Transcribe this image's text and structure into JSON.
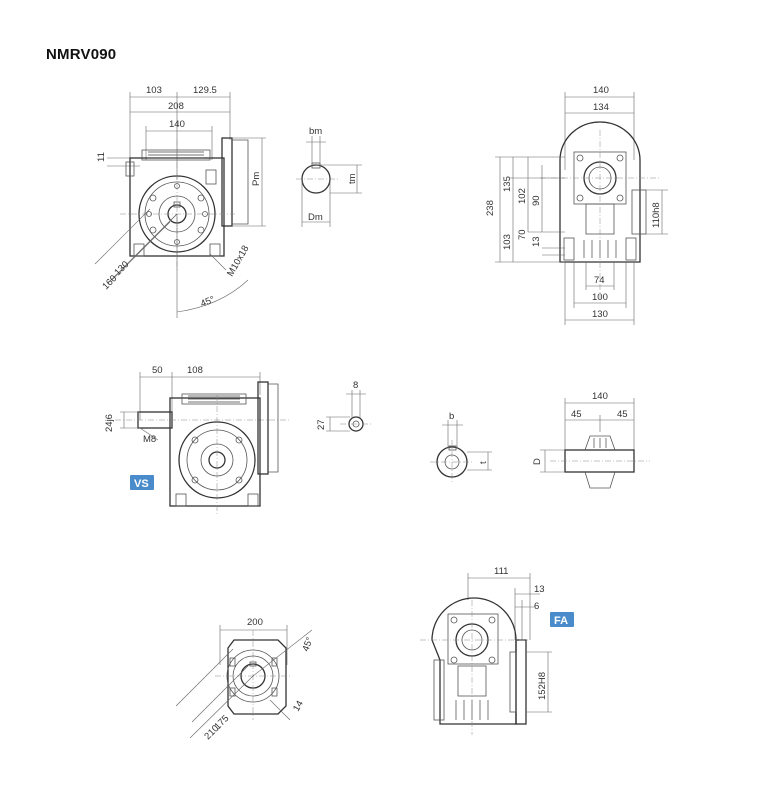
{
  "title": "NMRV090",
  "view1": {
    "dims": [
      "103",
      "129.5",
      "208",
      "140",
      "11",
      "Pm",
      "130",
      "160",
      "M10x18",
      "45°"
    ]
  },
  "view2": {
    "dims": [
      "bm",
      "tm",
      "Dm"
    ]
  },
  "view3": {
    "dims": [
      "140",
      "134",
      "238",
      "135",
      "102",
      "90",
      "103",
      "70",
      "13",
      "110h8",
      "74",
      "100",
      "130"
    ]
  },
  "view4": {
    "dims": [
      "50",
      "108",
      "24j6",
      "M8"
    ],
    "badge": "VS"
  },
  "view5": {
    "dims": [
      "8",
      "27"
    ]
  },
  "view6": {
    "dims": [
      "b",
      "t"
    ]
  },
  "view7": {
    "dims": [
      "140",
      "45",
      "45",
      "D"
    ]
  },
  "view8": {
    "dims": [
      "200",
      "45°",
      "175",
      "210",
      "14"
    ]
  },
  "view9": {
    "dims": [
      "111",
      "13",
      "6",
      "152H8"
    ],
    "badge": "FA"
  }
}
